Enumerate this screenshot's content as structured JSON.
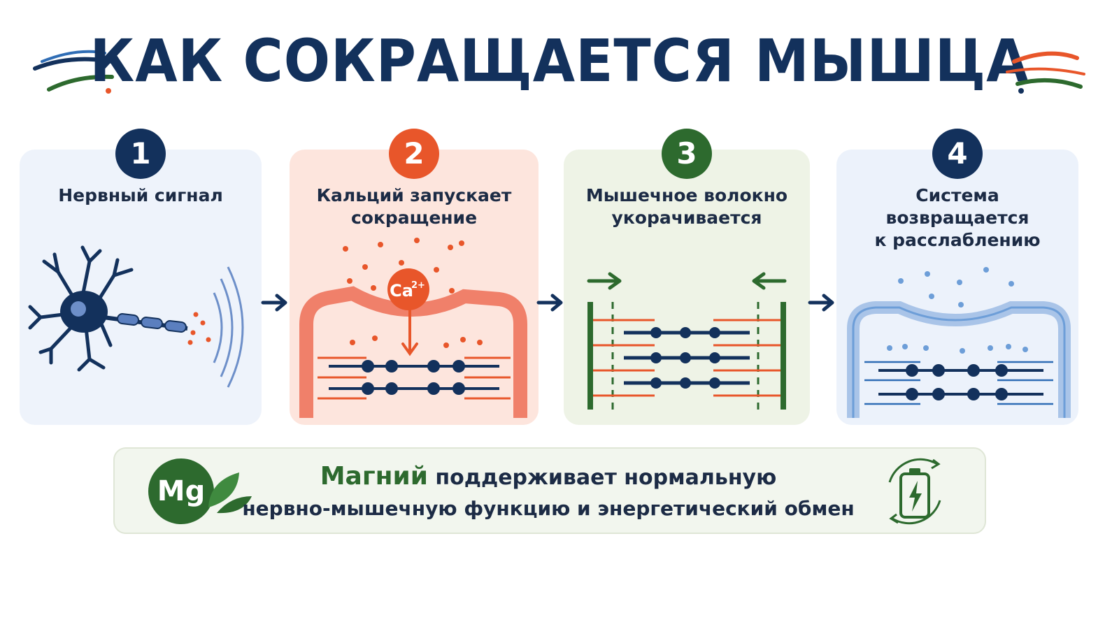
{
  "title": "КАК СОКРАЩАЕТСЯ МЫШЦА",
  "steps": [
    {
      "number": "1",
      "label": "Нервный сигнал"
    },
    {
      "number": "2",
      "label": "Кальций запускает\nсокращение"
    },
    {
      "number": "3",
      "label": "Мышечное волокно\nукорачивается"
    },
    {
      "number": "4",
      "label": "Система возвращается\nк расслаблению"
    }
  ],
  "calcium_label": "Ca",
  "calcium_charge": "2+",
  "footer": {
    "badge": "Mg",
    "highlight": "Магний",
    "line1_rest": " поддерживает нормальную",
    "line2": "нервно-мышечную функцию и энергетический обмен"
  },
  "colors": {
    "navy": "#13315c",
    "orange": "#e8562a",
    "green": "#2d6a2e",
    "blue": "#2f6db5"
  }
}
